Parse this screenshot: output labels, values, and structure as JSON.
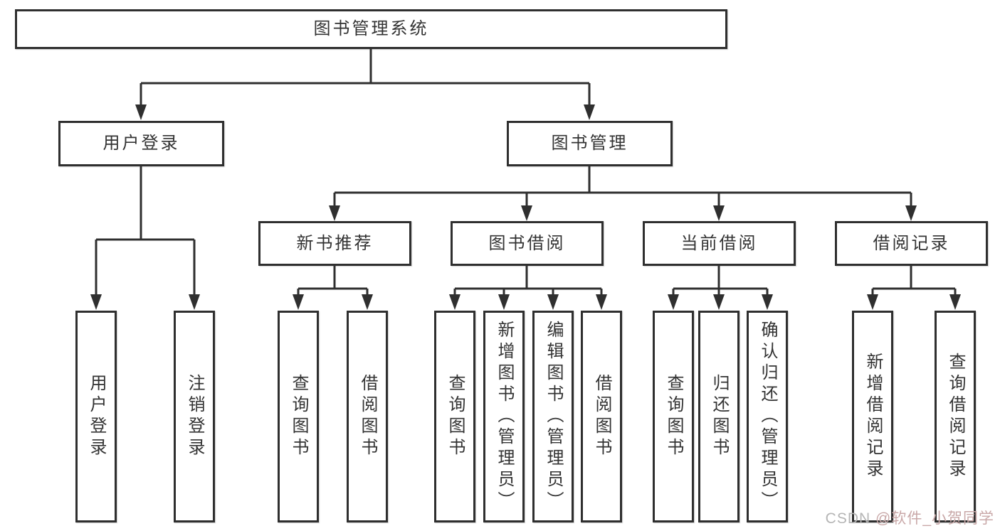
{
  "diagram": {
    "root": {
      "label": "图书管理系统"
    },
    "level2": [
      {
        "label": "用户登录",
        "children": [
          "用户登录",
          "注销登录"
        ]
      },
      {
        "label": "图书管理"
      }
    ],
    "level3": [
      {
        "label": "新书推荐",
        "children": [
          "查询图书",
          "借阅图书"
        ]
      },
      {
        "label": "图书借阅",
        "children": [
          "查询图书",
          "新增图书（管理员）",
          "编辑图书（管理员）",
          "借阅图书"
        ]
      },
      {
        "label": "当前借阅",
        "children": [
          "查询图书",
          "归还图书",
          "确认归还（管理员）"
        ]
      },
      {
        "label": "借阅记录",
        "children": [
          "新增借阅记录",
          "查询借阅记录"
        ]
      }
    ]
  },
  "watermark": {
    "prefix": "CSDN ",
    "handle": "@软件_小贺同学"
  },
  "colors": {
    "line": "#2f2f2f",
    "border": "#2f2f2f",
    "text": "#333333",
    "background": "#ffffff",
    "watermark_prefix": "#b5b5b5",
    "watermark_handle": "#c9a8a8"
  }
}
